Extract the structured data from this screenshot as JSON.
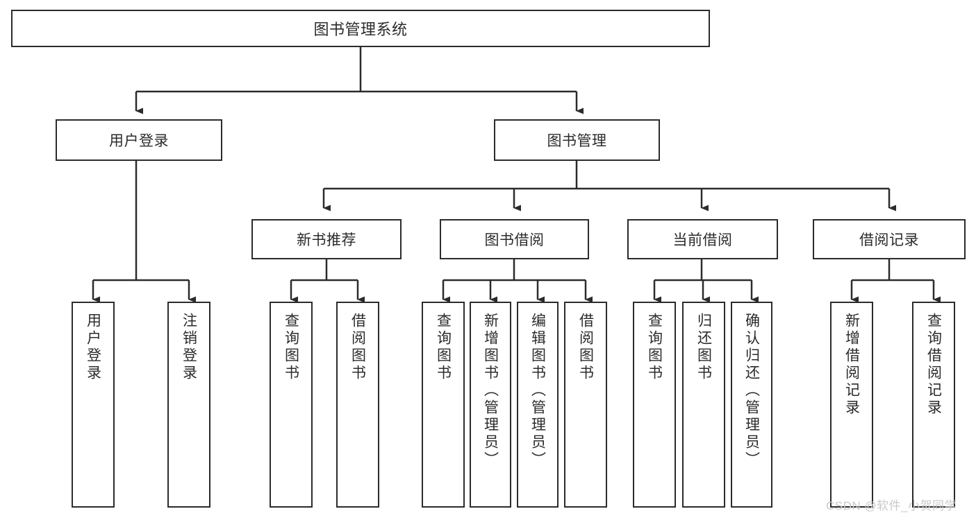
{
  "diagram": {
    "type": "tree-hierarchy-chart",
    "title": "图书管理系统",
    "watermark": "CSDN @软件_小贺同学",
    "colors": {
      "stroke": "#2b2b2b",
      "fill": "#ffffff",
      "watermark": "#c9c9c9"
    },
    "root": {
      "label": "图书管理系统"
    },
    "level1": [
      {
        "id": "user-login",
        "label": "用户登录"
      },
      {
        "id": "book-manage",
        "label": "图书管理"
      }
    ],
    "level2": [
      {
        "id": "new-book-recommend",
        "label": "新书推荐",
        "parent": "book-manage"
      },
      {
        "id": "book-borrow",
        "label": "图书借阅",
        "parent": "book-manage"
      },
      {
        "id": "current-borrow",
        "label": "当前借阅",
        "parent": "book-manage"
      },
      {
        "id": "borrow-record",
        "label": "借阅记录",
        "parent": "book-manage"
      }
    ],
    "leaves": [
      {
        "id": "leaf-user-login",
        "label": "用户登录",
        "parent": "user-login"
      },
      {
        "id": "leaf-logout",
        "label": "注销登录",
        "parent": "user-login"
      },
      {
        "id": "leaf-query-book-1",
        "label": "查询图书",
        "parent": "new-book-recommend"
      },
      {
        "id": "leaf-borrow-book-1",
        "label": "借阅图书",
        "parent": "new-book-recommend"
      },
      {
        "id": "leaf-query-book-2",
        "label": "查询图书",
        "parent": "book-borrow"
      },
      {
        "id": "leaf-add-book",
        "label": "新增图书（管理员）",
        "parent": "book-borrow"
      },
      {
        "id": "leaf-edit-book",
        "label": "编辑图书（管理员）",
        "parent": "book-borrow"
      },
      {
        "id": "leaf-borrow-book-2",
        "label": "借阅图书",
        "parent": "book-borrow"
      },
      {
        "id": "leaf-query-book-3",
        "label": "查询图书",
        "parent": "current-borrow"
      },
      {
        "id": "leaf-return-book",
        "label": "归还图书",
        "parent": "current-borrow"
      },
      {
        "id": "leaf-confirm-return",
        "label": "确认归还（管理员）",
        "parent": "current-borrow"
      },
      {
        "id": "leaf-add-record",
        "label": "新增借阅记录",
        "parent": "borrow-record"
      },
      {
        "id": "leaf-query-record",
        "label": "查询借阅记录",
        "parent": "borrow-record"
      }
    ]
  }
}
